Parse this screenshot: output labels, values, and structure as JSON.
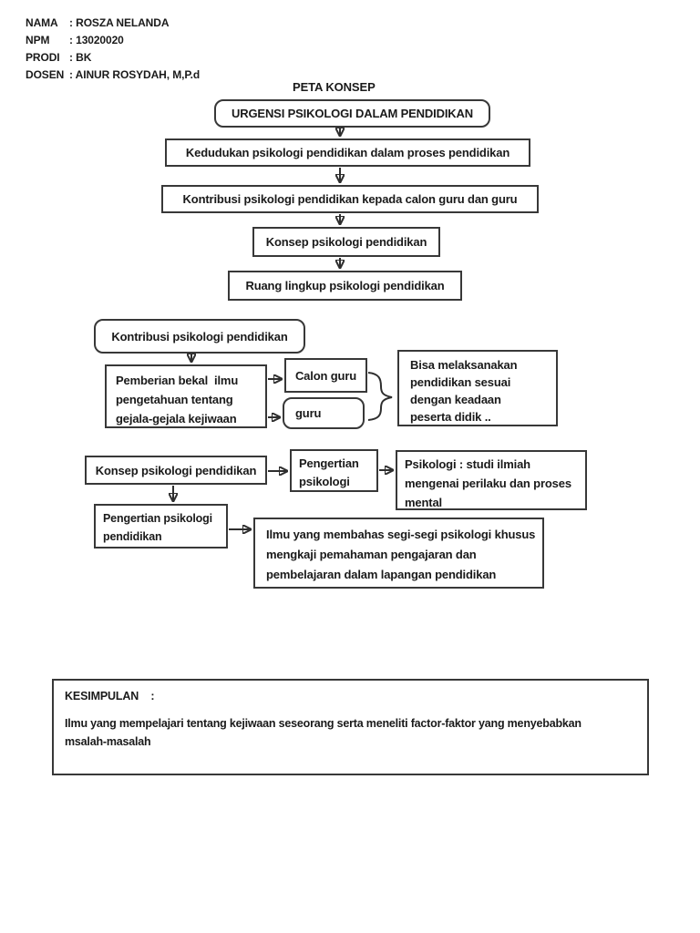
{
  "header": {
    "fields": [
      {
        "label": "NAMA",
        "value": ": ROSZA NELANDA"
      },
      {
        "label": "NPM",
        "value": ": 13020020"
      },
      {
        "label": "PRODI",
        "value": ": BK"
      },
      {
        "label": "DOSEN",
        "value": ": AINUR ROSYDAH, M,P.d"
      }
    ],
    "title": "PETA KONSEP"
  },
  "flow": {
    "urgensi": "URGENSI PSIKOLOGI DALAM PENDIDIKAN",
    "kedudukan": "Kedudukan psikologi pendidikan dalam proses pendidikan",
    "kontribusi_guru": "Kontribusi psikologi pendidikan kepada calon guru dan guru",
    "konsep": "Konsep psikologi pendidikan",
    "ruang_lingkup": "Ruang lingkup psikologi pendidikan"
  },
  "kontribusi_section": {
    "title": "Kontribusi psikologi pendidikan",
    "pemberian_bekal": "Pemberian bekal  ilmu\npengetahuan tentang\ngejala-gejala kejiwaan",
    "calon_guru": "Calon guru",
    "guru": "guru",
    "hasil": "Bisa melaksanakan\npendidikan sesuai\ndengan keadaan\npeserta didik .."
  },
  "konsep_section": {
    "konsep": "Konsep psikologi pendidikan",
    "pengertian_psikologi": "Pengertian\npsikologi",
    "definisi_psikologi": "Psikologi : studi ilmiah\nmengenai perilaku dan proses\nmental",
    "pengertian_pendidikan": "Pengertian psikologi\npendidikan",
    "definisi_pendidikan": "Ilmu yang membahas segi-segi psikologi khusus\nmengkaji pemahaman pengajaran dan\npembelajaran dalam lapangan pendidikan"
  },
  "kesimpulan": {
    "title": "KESIMPULAN    :",
    "body": "Ilmu yang mempelajari tentang kejiwaan seseorang serta meneliti factor-faktor yang menyebabkan\nmsalah-masalah"
  },
  "colors": {
    "ink": "#1a1a1a",
    "border": "#383838",
    "background": "#ffffff"
  }
}
